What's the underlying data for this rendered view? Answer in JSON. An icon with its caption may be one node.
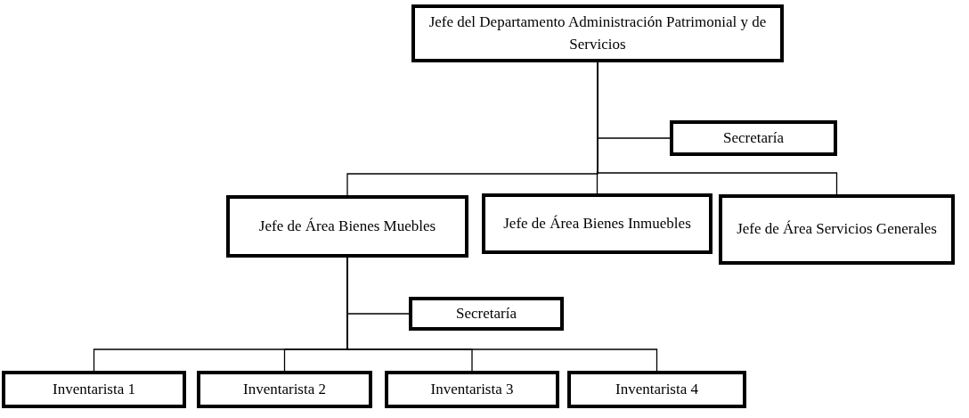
{
  "diagram": {
    "nodes": [
      {
        "text": [
          "Jefe del Departamento Administración Patrimonial y de Servicios"
        ]
      },
      {
        "text": [
          "Secretaría"
        ]
      },
      {
        "text": [
          "Jefe de Área Bienes Muebles"
        ]
      },
      {
        "text": [
          "Jefe de Área Bienes Inmuebles"
        ]
      },
      {
        "text": [
          "Jefe de Área Servicios Generales"
        ]
      },
      {
        "text": [
          "Secretaría"
        ]
      },
      {
        "text": [
          "Inventarista 1"
        ]
      },
      {
        "text": [
          "Inventarista 2"
        ]
      },
      {
        "text": [
          "Inventarista 3"
        ]
      },
      {
        "text": [
          "Inventarista 4"
        ]
      }
    ],
    "edges": [
      {
        "from": 0,
        "to": 1,
        "arrow": "none"
      },
      {
        "from": 0,
        "to": 2,
        "arrow": "none"
      },
      {
        "from": 0,
        "to": 3,
        "arrow": "none"
      },
      {
        "from": 0,
        "to": 4,
        "arrow": "none"
      },
      {
        "from": 2,
        "to": 5,
        "arrow": "none"
      },
      {
        "from": 2,
        "to": 6,
        "arrow": "none"
      },
      {
        "from": 2,
        "to": 7,
        "arrow": "none"
      },
      {
        "from": 2,
        "to": 8,
        "arrow": "none"
      },
      {
        "from": 2,
        "to": 9,
        "arrow": "none"
      }
    ]
  }
}
